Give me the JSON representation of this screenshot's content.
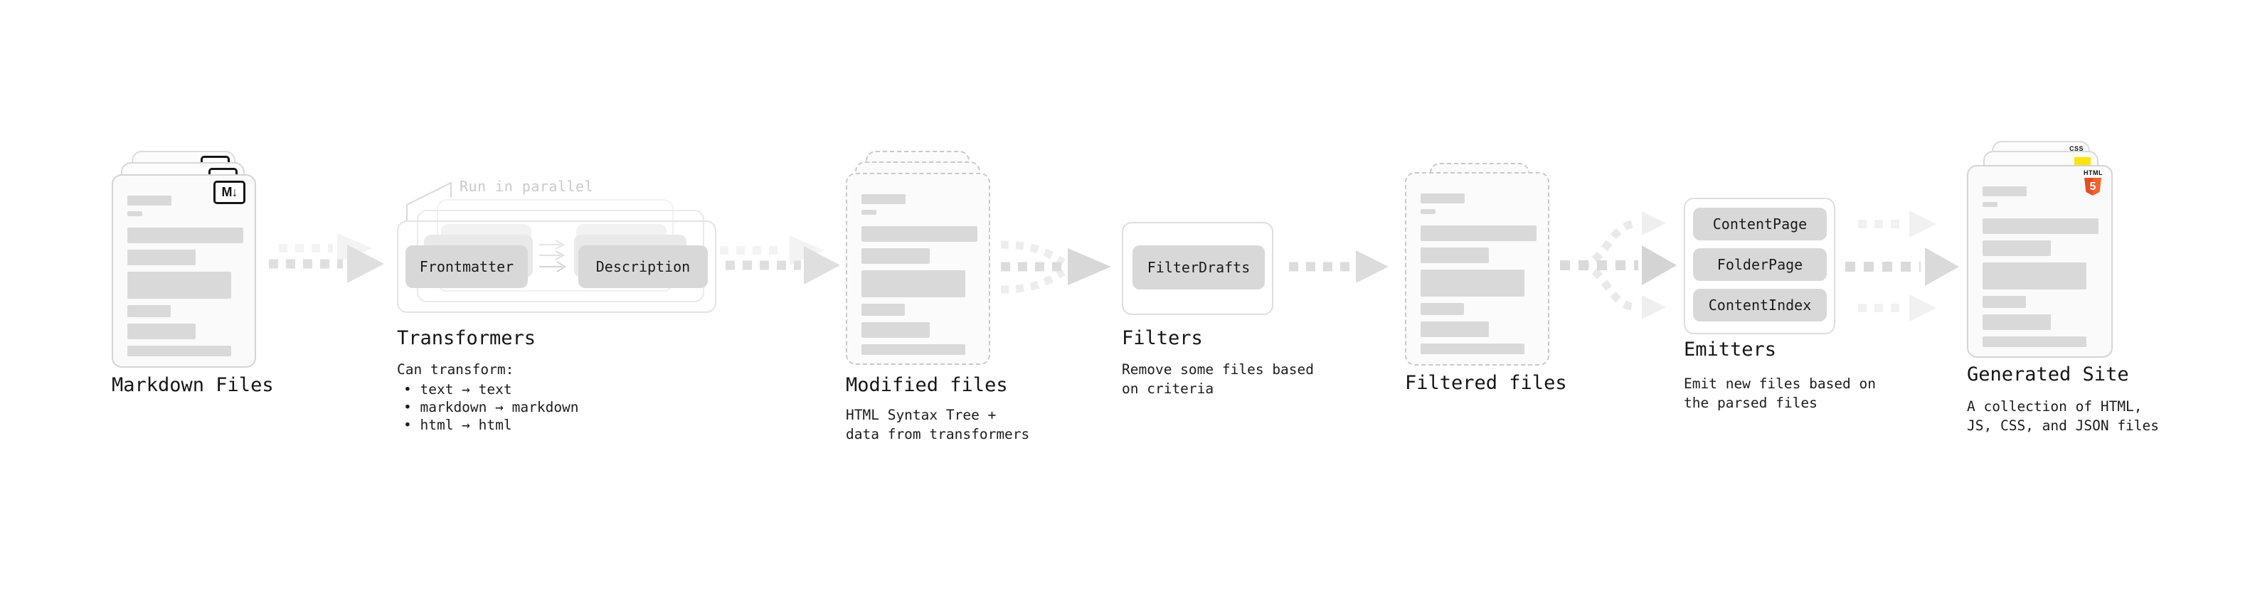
{
  "diagram": {
    "background": "#ffffff",
    "skeleton_color": "#d9d9d9",
    "chip_color": "#d8d8d8",
    "arrow_color": "#dcdcdc",
    "nodes": {
      "markdown_files": {
        "label": "Markdown Files",
        "badge": "M↓",
        "file_count_visual": 3
      },
      "transformers": {
        "label": "Transformers",
        "annotation": "Run in parallel",
        "buttons": [
          "Frontmatter",
          "Description"
        ],
        "desc_title": "Can transform:",
        "bullets": [
          "• text → text",
          "• markdown → markdown",
          "• html → html"
        ]
      },
      "modified_files": {
        "label": "Modified files",
        "desc": [
          "HTML Syntax Tree +",
          "data from transformers"
        ]
      },
      "filters": {
        "label": "Filters",
        "buttons": [
          "FilterDrafts"
        ],
        "desc": [
          "Remove some files based",
          "on criteria"
        ]
      },
      "filtered_files": {
        "label": "Filtered files"
      },
      "emitters": {
        "label": "Emitters",
        "buttons": [
          "ContentPage",
          "FolderPage",
          "ContentIndex"
        ],
        "desc": [
          "Emit new files based on",
          "the parsed files"
        ]
      },
      "generated_site": {
        "label": "Generated Site",
        "badges": {
          "css": "CSS",
          "html_label": "HTML",
          "html_number": "5"
        },
        "desc": [
          "A collection of HTML,",
          "JS, CSS, and JSON files"
        ]
      }
    }
  }
}
